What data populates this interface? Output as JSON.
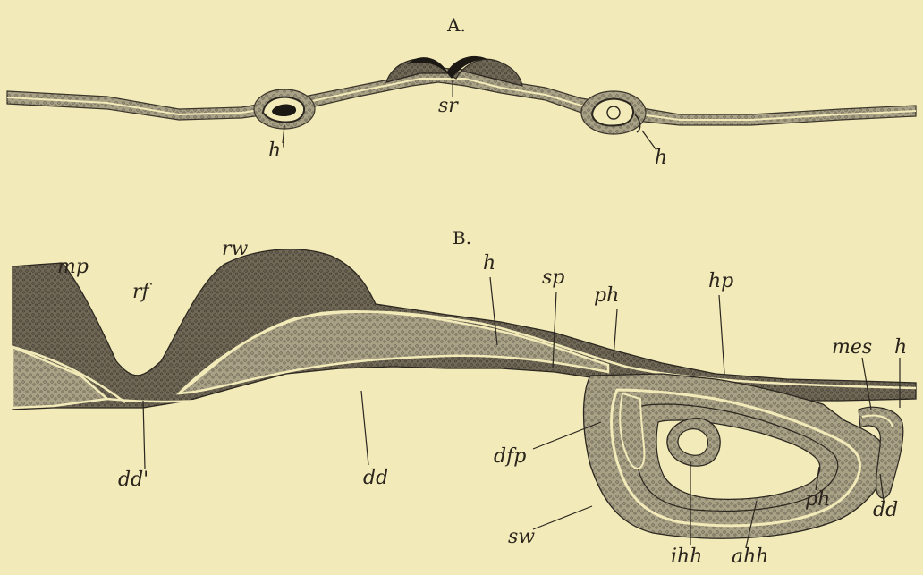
{
  "panels": [
    {
      "title": "A.",
      "labels": [
        "sr",
        "h'",
        "h"
      ]
    },
    {
      "title": "B.",
      "labels": [
        "mp",
        "rf",
        "rw",
        "h",
        "sp",
        "ph",
        "hp",
        "mes",
        "h",
        "dd'",
        "dd",
        "dfp",
        "ph",
        "dd",
        "sw",
        "ihh",
        "ahh"
      ]
    }
  ],
  "colors": {
    "background": "#f2eab8",
    "tissue_dark": "#7b7462",
    "tissue_mid": "#a9a28a",
    "outline": "#3b352b"
  }
}
